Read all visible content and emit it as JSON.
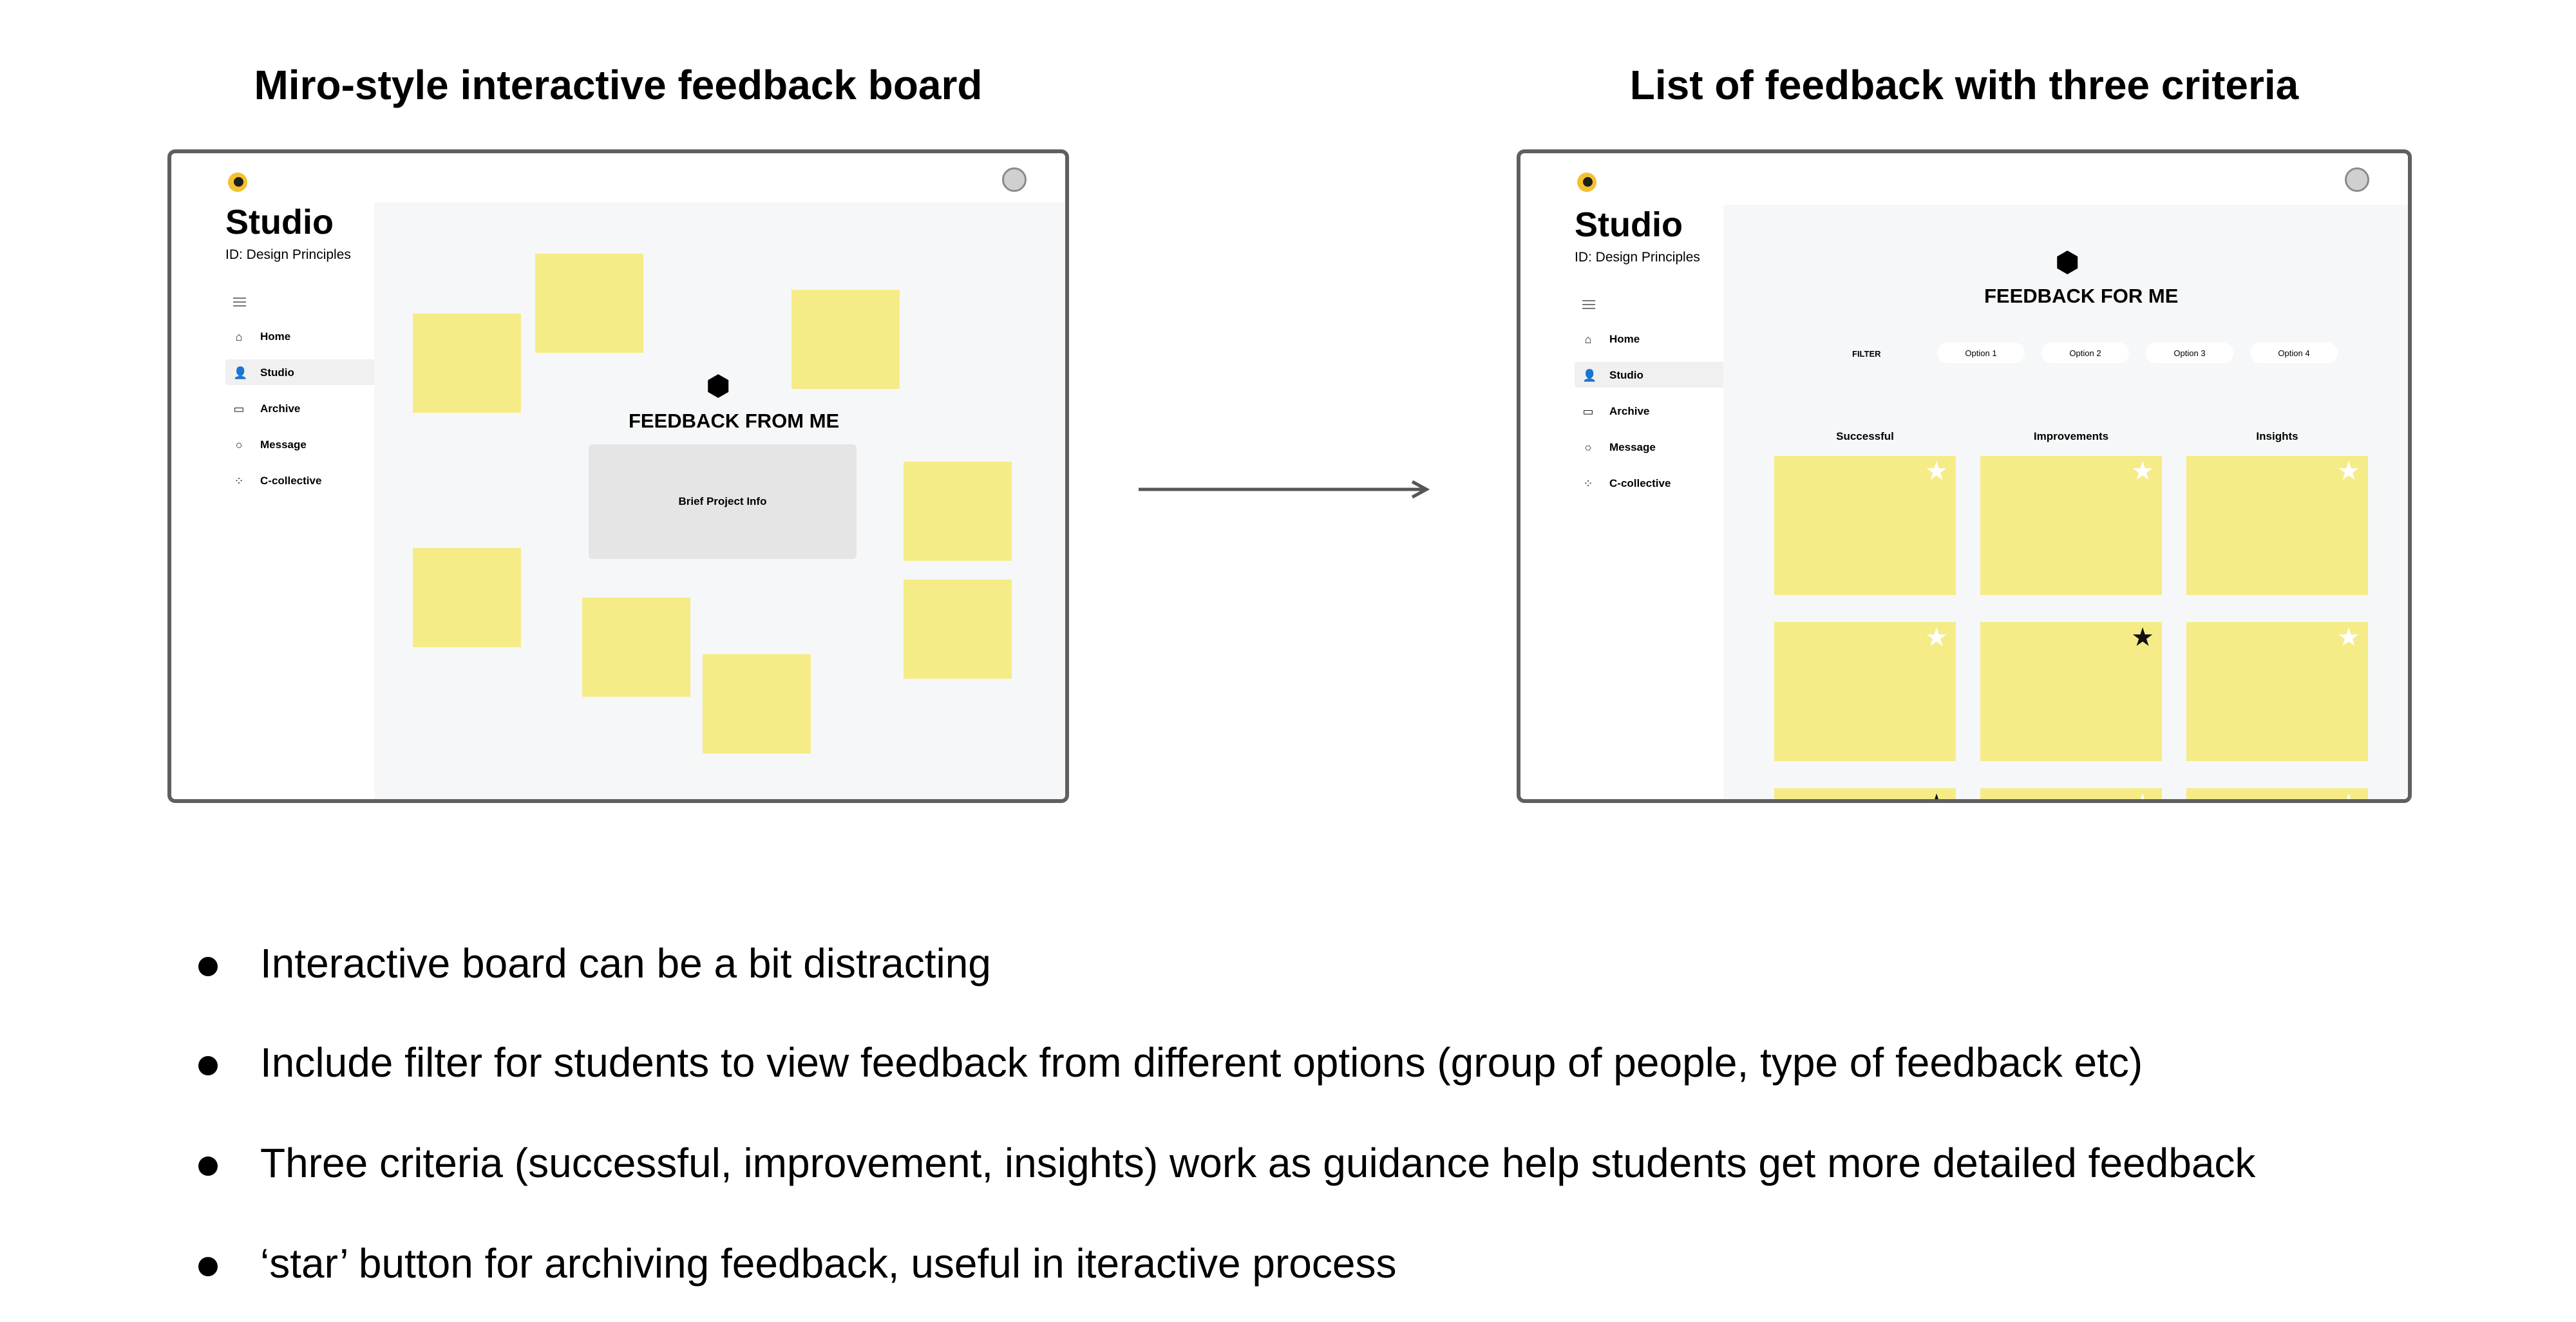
{
  "headings": {
    "left": "Miro-style interactive feedback board",
    "right": "List of feedback with three criteria"
  },
  "studio": {
    "title": "Studio",
    "subtitle": "ID: Design Principles",
    "nav": [
      {
        "label": "Home",
        "icon": "home-icon"
      },
      {
        "label": "Studio",
        "icon": "user-icon"
      },
      {
        "label": "Archive",
        "icon": "archive-icon"
      },
      {
        "label": "Message",
        "icon": "message-icon"
      },
      {
        "label": "C-collective",
        "icon": "collective-icon"
      }
    ],
    "active_nav": "Studio"
  },
  "board": {
    "title": "FEEDBACK FROM ME",
    "brief": "Brief Project Info"
  },
  "list": {
    "title": "FEEDBACK FOR ME",
    "filter_label": "FILTER",
    "options": [
      "Option 1",
      "Option 2",
      "Option 3",
      "Option 4"
    ],
    "columns": [
      "Successful",
      "Improvements",
      "Insights"
    ],
    "starred": [
      [
        false,
        false,
        false
      ],
      [
        false,
        true,
        false
      ],
      [
        true,
        false,
        false
      ]
    ]
  },
  "bullets": [
    "Interactive board can be a bit distracting",
    "Include filter for students to view feedback from different options (group of people, type of feedback etc)",
    "Three criteria (successful, improvement, insights) work as guidance help students get more detailed feedback",
    "‘star’ button for archiving feedback, useful in iteractive process"
  ],
  "colors": {
    "sticky_note": "#f5ec88",
    "canvas": "#f6f7f8",
    "logo": "#f2c12e",
    "frame_border": "#5f5f5f"
  }
}
